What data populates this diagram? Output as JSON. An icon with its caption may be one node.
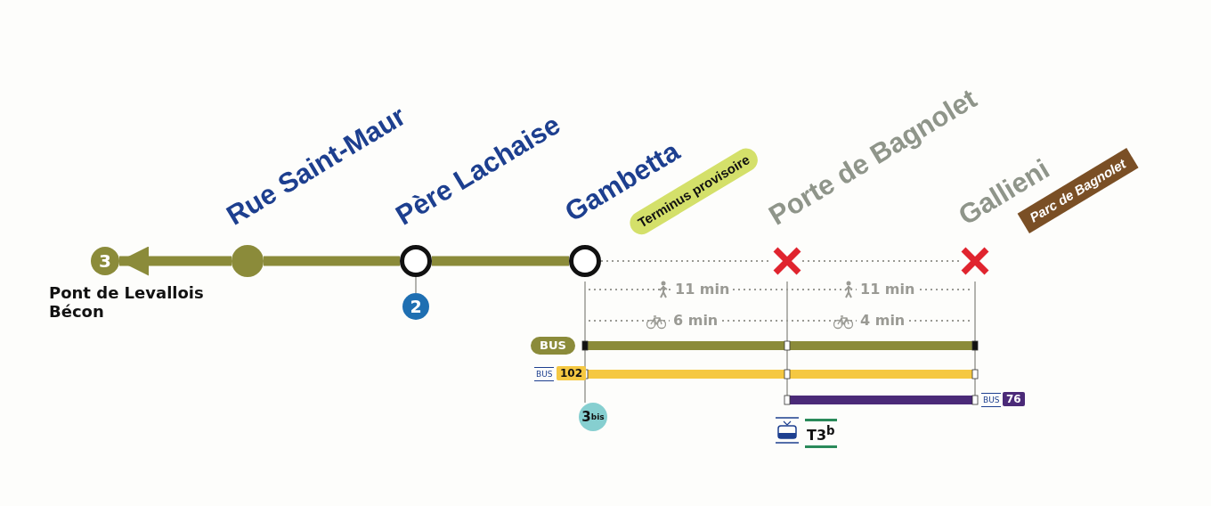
{
  "diagram": {
    "nodes": [
      {
        "text": [
          "3"
        ],
        "beside": [
          "Pont de Levallois Bécon"
        ]
      },
      {
        "text": [
          "Rue Saint-Maur"
        ]
      },
      {
        "text": [
          "Père Lachaise"
        ]
      },
      {
        "text": [
          "2"
        ]
      },
      {
        "text": [
          "Gambetta"
        ]
      },
      {
        "text": [
          "Porte de Bagnolet"
        ]
      },
      {
        "text": [
          "Gallieni"
        ],
        "beside": [
          "Parc de Bagnolet"
        ]
      }
    ],
    "edges": [
      {
        "from": 1,
        "to": 0,
        "arrow": "to",
        "style": "thick",
        "color": "#8b8b3a"
      },
      {
        "from": 1,
        "to": 2,
        "arrow": "none",
        "style": "thick",
        "color": "#8b8b3a"
      },
      {
        "from": 2,
        "to": 4,
        "arrow": "none",
        "style": "thick",
        "color": "#8b8b3a"
      },
      {
        "from": 4,
        "to": 5,
        "arrow": "none",
        "style": "dashed"
      },
      {
        "from": 5,
        "to": 6,
        "arrow": "none",
        "style": "dashed"
      },
      {
        "from": 2,
        "to": 3,
        "arrow": "none"
      }
    ],
    "labels": [
      "Terminus provisoire",
      "11 min",
      "11 min",
      "6 min",
      "4 min",
      "BUS",
      "BUS",
      "102",
      "BUS",
      "76",
      "3$^{bis}$",
      "T3$^{b}$"
    ]
  }
}
